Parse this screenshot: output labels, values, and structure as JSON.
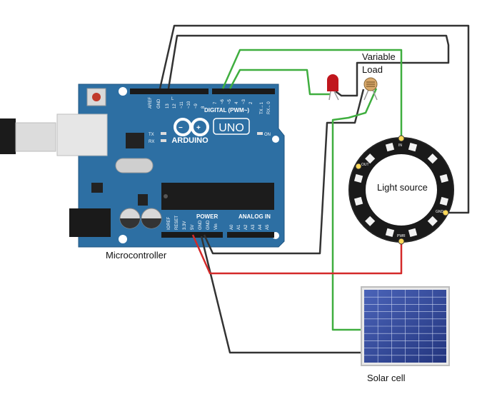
{
  "labels": {
    "variable_load_line1": "Variable",
    "variable_load_line2": "Load",
    "light_source": "Light source",
    "microcontroller": "Microcontroller",
    "solar_cell": "Solar cell"
  },
  "board": {
    "brand": "ARDUINO",
    "model": "UNO",
    "digital_header": "DIGITAL (PWM~)",
    "power_header": "POWER",
    "analog_header": "ANALOG IN",
    "aref": "AREF",
    "gnd": "GND",
    "digital_pins": [
      "13",
      "12",
      "~11",
      "~10",
      "~9",
      "8",
      "7",
      "~6",
      "~5",
      "4",
      "~3",
      "2",
      "TX→1",
      "RX←0"
    ],
    "power_pins": [
      "IOREF",
      "RESET",
      "3.3V",
      "5V",
      "GND",
      "GND",
      "Vin"
    ],
    "analog_pins": [
      "A0",
      "A1",
      "A2",
      "A3",
      "A4",
      "A5"
    ],
    "led_labels": [
      "L",
      "TX",
      "RX"
    ],
    "on_label": "ON"
  },
  "ring": {
    "pin_labels": [
      "IN",
      "OUT",
      "PWR",
      "GND"
    ]
  },
  "colors": {
    "board": "#2d6fa3",
    "wire_black": "#333333",
    "wire_green": "#3fae3f",
    "wire_red": "#d42a2a",
    "ring": "#1a1a1a",
    "solar_panel": "#2b3f8c"
  }
}
